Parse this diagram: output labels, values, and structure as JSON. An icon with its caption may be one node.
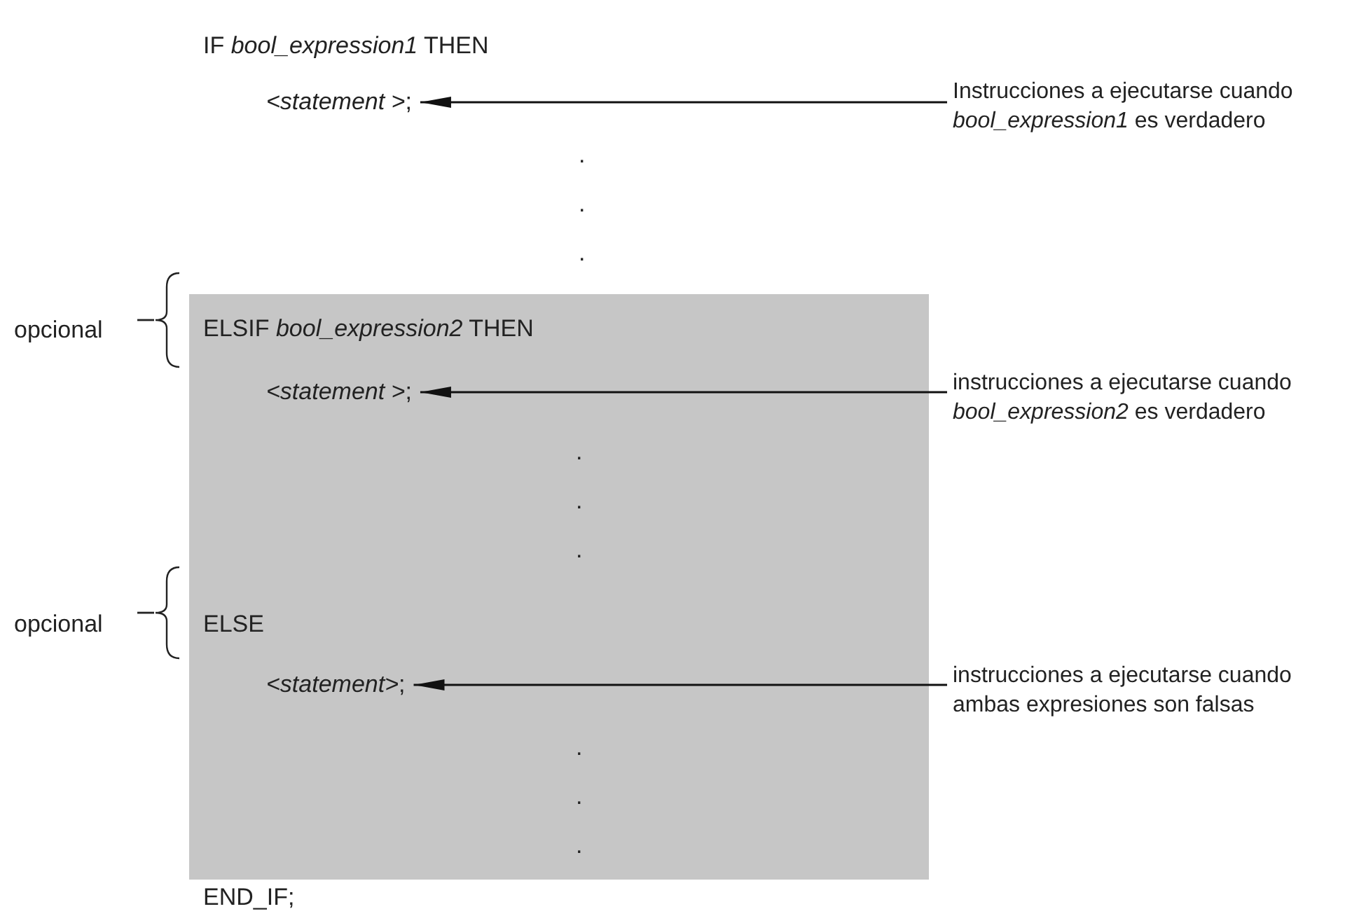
{
  "diagram": {
    "nodes": [
      {
        "text": [
          "*<statement >*;"
        ]
      },
      {
        "text": [
          "Instrucciones a ejecutarse cuando *bool_expression1* es verdadero"
        ]
      },
      {
        "text": [
          "ELSIF *bool_expression2* THEN",
          ".",
          ".",
          ".",
          "ELSE",
          ".",
          ".",
          "."
        ]
      },
      {
        "text": [
          "*<statement >*;"
        ],
        "in": 2
      },
      {
        "text": [
          "instrucciones a ejecutarse cuando *bool_expression2* es verdadero"
        ]
      },
      {
        "text": [
          "*<statement>*;"
        ],
        "in": 2
      },
      {
        "text": [
          "instrucciones a ejecutarse cuando ambas expresiones son falsas"
        ]
      }
    ],
    "edges": [
      {
        "from": 1,
        "to": 0,
        "arrow": "to"
      },
      {
        "from": 4,
        "to": 3,
        "arrow": "to"
      },
      {
        "from": 6,
        "to": 5,
        "arrow": "to"
      }
    ],
    "labels": [
      "IF *bool_expression1* THEN",
      ".",
      ".",
      ".",
      "opcional",
      "opcional",
      "END_IF;"
    ]
  }
}
